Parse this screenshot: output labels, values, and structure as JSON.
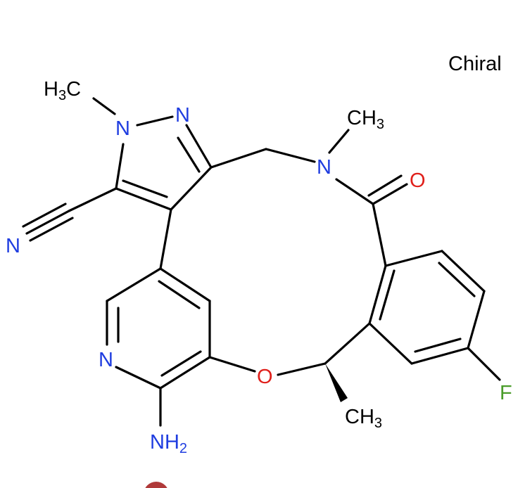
{
  "diagram": {
    "type": "chemical-structure",
    "stereo_label": "Chiral",
    "atoms": {
      "methyl_pyrazole": {
        "main": "H",
        "sub": "3",
        "tail": "C"
      },
      "pyrazole_n1": "N",
      "pyrazole_n2": "N",
      "nitrile_n": "N",
      "amide_n": "N",
      "amide_methyl": {
        "main": "CH",
        "sub": "3"
      },
      "carbonyl_o": "O",
      "pyridine_n": "N",
      "ether_o": "O",
      "chiral_methyl": {
        "main": "CH",
        "sub": "3"
      },
      "amino": {
        "main": "NH",
        "sub": "2"
      },
      "fluorine": "F"
    }
  },
  "colors": {
    "carbon": "#000000",
    "nitrogen": "#1f3de0",
    "oxygen": "#e0201b",
    "fluorine": "#4a9c2a"
  },
  "footer": {
    "partial_element": "red circle fragment"
  }
}
